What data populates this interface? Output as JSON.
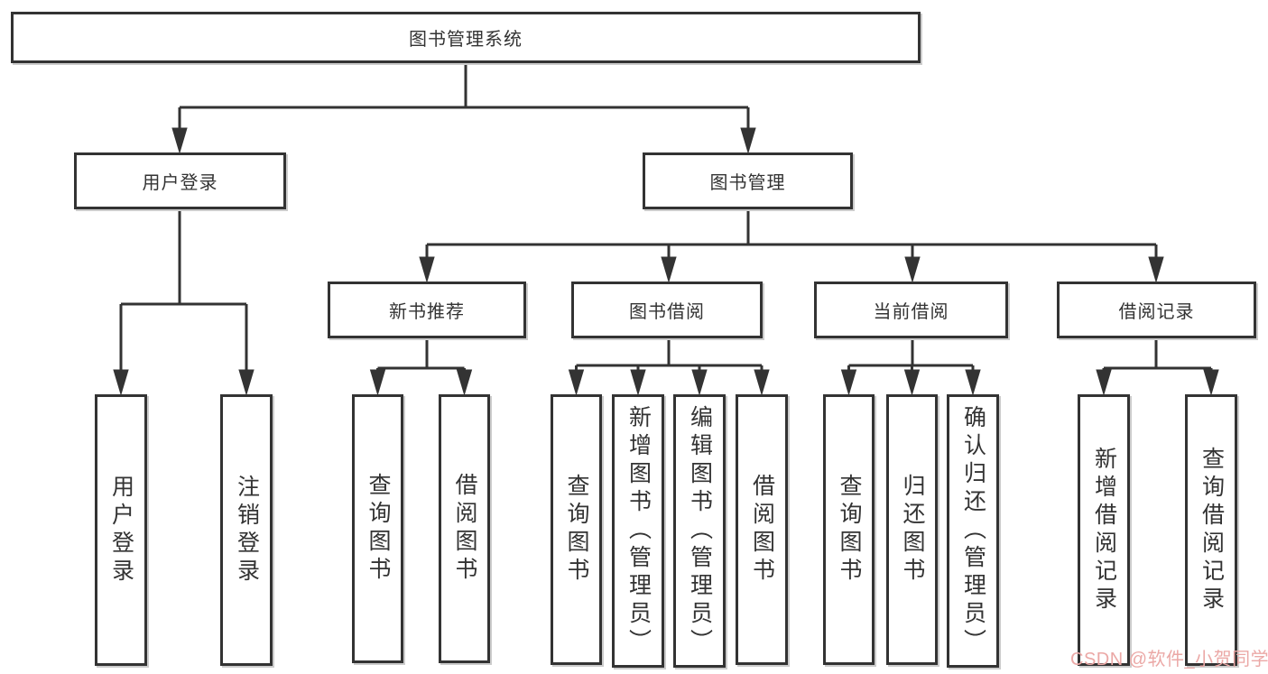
{
  "tree": {
    "label": "图书管理系统",
    "children": [
      {
        "label": "用户登录",
        "children": [
          {
            "label": "用户登录"
          },
          {
            "label": "注销登录"
          }
        ]
      },
      {
        "label": "图书管理",
        "children": [
          {
            "label": "新书推荐",
            "children": [
              {
                "label": "查询图书"
              },
              {
                "label": "借阅图书"
              }
            ]
          },
          {
            "label": "图书借阅",
            "children": [
              {
                "label": "查询图书"
              },
              {
                "label": "新增图书（管理员）"
              },
              {
                "label": "编辑图书（管理员）"
              },
              {
                "label": "借阅图书"
              }
            ]
          },
          {
            "label": "当前借阅",
            "children": [
              {
                "label": "查询图书"
              },
              {
                "label": "归还图书"
              },
              {
                "label": "确认归还（管理员）"
              }
            ]
          },
          {
            "label": "借阅记录",
            "children": [
              {
                "label": "新增借阅记录"
              },
              {
                "label": "查询借阅记录"
              }
            ]
          }
        ]
      }
    ]
  },
  "watermark": {
    "text": "CSDN @软件_小贺同学",
    "color": "#eba8a6"
  },
  "colors": {
    "line": "#333333",
    "box_border": "#333333",
    "text": "#333333",
    "background": "#ffffff",
    "shadow": "#cccccc"
  }
}
